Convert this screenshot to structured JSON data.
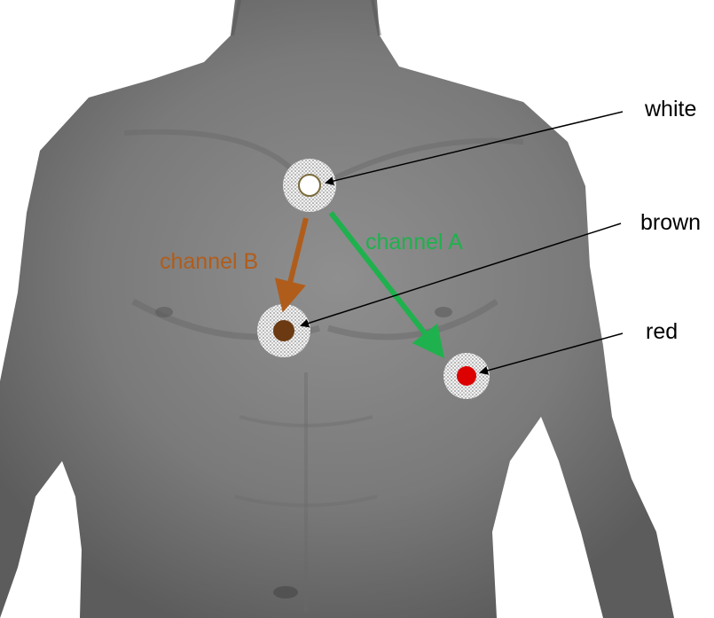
{
  "labels": {
    "white": "white",
    "brown": "brown",
    "red": "red",
    "channel_a": "channel A",
    "channel_b": "channel B"
  },
  "electrodes": [
    {
      "id": "white",
      "color": "#ffffff"
    },
    {
      "id": "brown",
      "color": "#6b3a12"
    },
    {
      "id": "red",
      "color": "#dd0000"
    }
  ],
  "colors": {
    "channel_a": "#1fb14d",
    "channel_b": "#b05d1c",
    "leader_line": "#000000",
    "skin": "#7e7e7e"
  }
}
